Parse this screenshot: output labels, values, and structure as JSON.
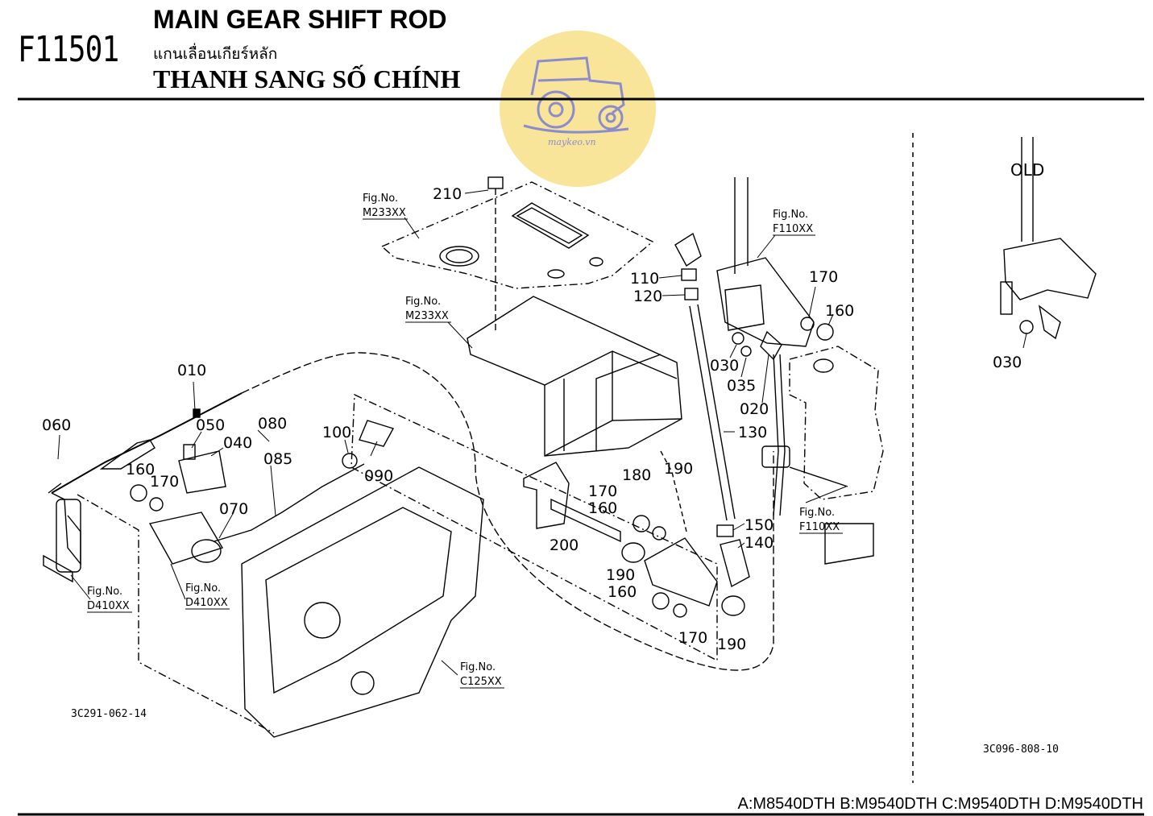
{
  "header": {
    "code": "F11501",
    "title_en": "MAIN GEAR SHIFT ROD",
    "title_th": "แกนเลื่อนเกียร์หลัก",
    "title_vi": "THANH SANG SỐ CHÍNH"
  },
  "watermark": {
    "text": "maykeo.vn",
    "color": "#f8e59a",
    "icon": "tractor-icon"
  },
  "part_labels": {
    "p010": "010",
    "p020": "020",
    "p030": "030",
    "p035": "035",
    "p040": "040",
    "p050": "050",
    "p060": "060",
    "p070": "070",
    "p080": "080",
    "p085": "085",
    "p090": "090",
    "p100": "100",
    "p110": "110",
    "p120": "120",
    "p130": "130",
    "p140": "140",
    "p150": "150",
    "p160a": "160",
    "p160b": "160",
    "p160c": "160",
    "p160d": "160",
    "p170a": "170",
    "p170b": "170",
    "p170c": "170",
    "p170d": "170",
    "p180": "180",
    "p190a": "190",
    "p190b": "190",
    "p190c": "190",
    "p200": "200",
    "p210": "210",
    "p030_old": "030"
  },
  "fig_refs": {
    "fig_label": "Fig.No.",
    "m233_a": "M233XX",
    "m233_b": "M233XX",
    "f110_a": "F110XX",
    "f110_b": "F110XX",
    "d410_a": "D410XX",
    "d410_b": "D410XX",
    "c125": "C125XX"
  },
  "old_label": "OLD",
  "drawing_numbers": {
    "left": "3C291-062-14",
    "right": "3C096-808-10"
  },
  "models": "A:M8540DTH B:M9540DTH C:M9540DTH D:M9540DTH"
}
